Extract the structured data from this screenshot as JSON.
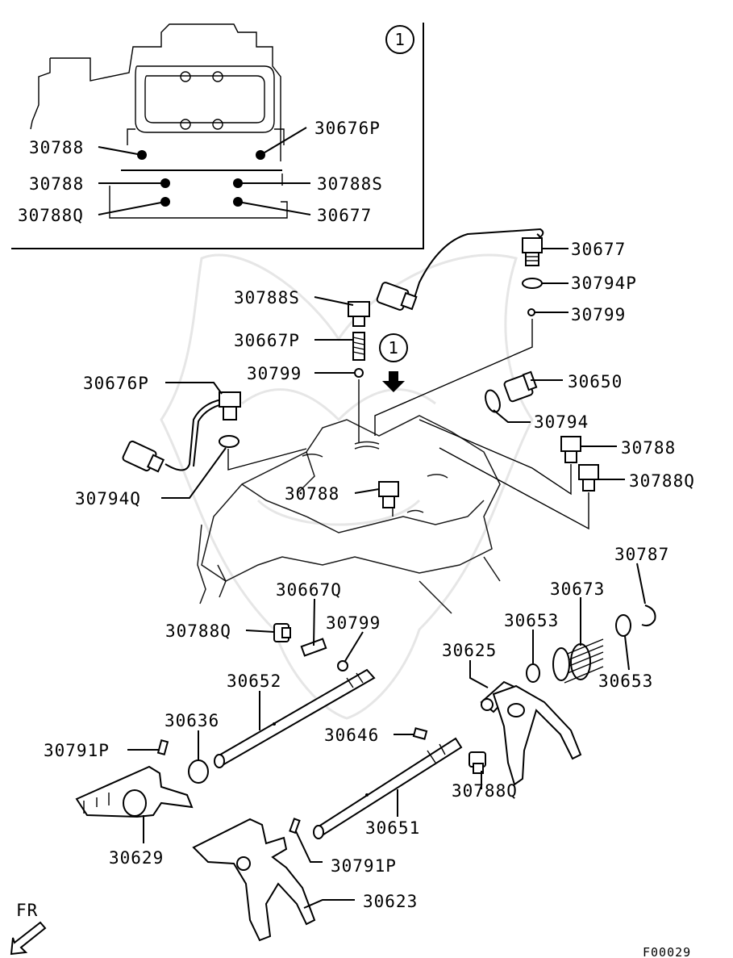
{
  "figure_code": "F00029",
  "orientation_label": "FR",
  "callout_ref": "1",
  "inset": {
    "callout": "1",
    "labels": {
      "l1": "30788",
      "l2": "30676P",
      "l3": "30788",
      "l4": "30788S",
      "l5": "30788Q",
      "l6": "30677"
    }
  },
  "main": {
    "labels": {
      "p30677": "30677",
      "p30794P": "30794P",
      "p30788S": "30788S",
      "p30799a": "30799",
      "p30667P": "30667P",
      "p30799b": "30799",
      "p30650": "30650",
      "p30676P": "30676P",
      "p30794": "30794",
      "p30788a": "30788",
      "p30788Qa": "30788Q",
      "p30788b": "30788",
      "p30794Q": "30794Q",
      "p30787": "30787",
      "p30667Q": "30667Q",
      "p30673": "30673",
      "p30788Qb": "30788Q",
      "p30799c": "30799",
      "p30653a": "30653",
      "p30625": "30625",
      "p30652": "30652",
      "p30653b": "30653",
      "p30636": "30636",
      "p30646": "30646",
      "p30791Pa": "30791P",
      "p30788Qc": "30788Q",
      "p30651": "30651",
      "p30629": "30629",
      "p30791Pb": "30791P",
      "p30623": "30623"
    }
  }
}
